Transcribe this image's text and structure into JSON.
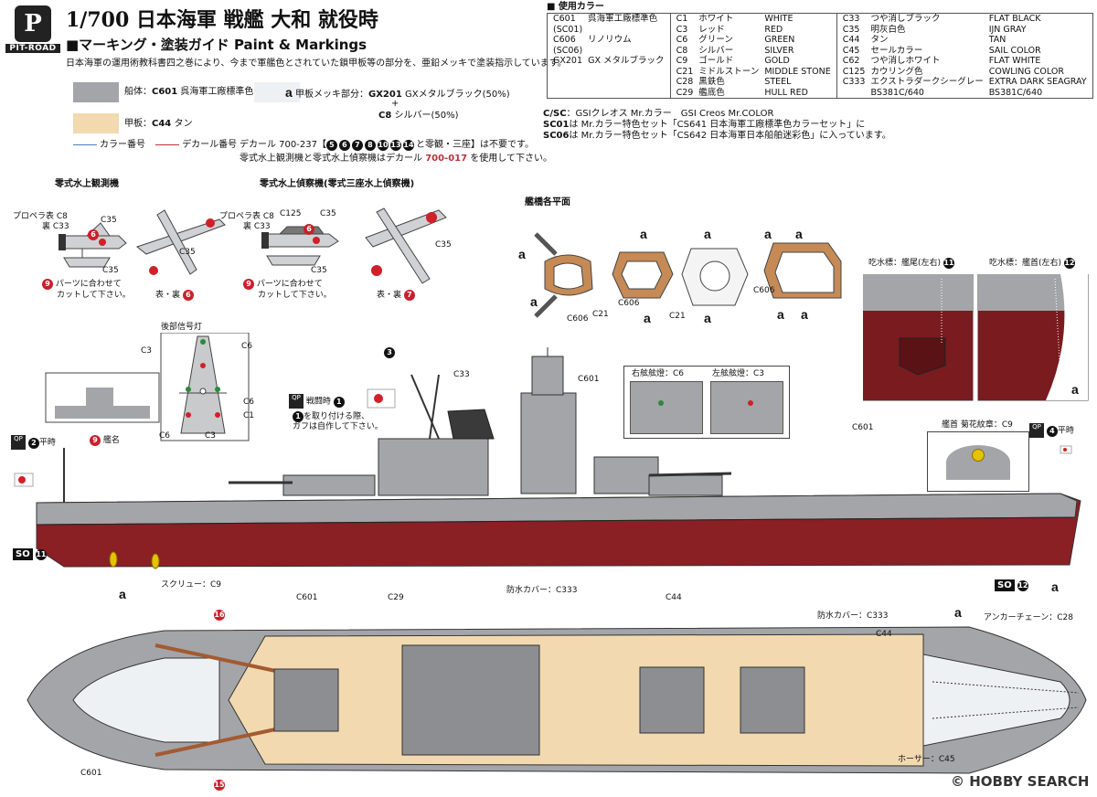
{
  "header": {
    "brand": "PIT-ROAD",
    "logo_letter": "P",
    "title": "1/700 日本海軍 戦艦 大和 就役時",
    "subtitle": "■マーキング・塗装ガイド Paint & Markings",
    "intro": "日本海軍の運用術教科書四之巻により、今まで軍艦色とされていた鎖甲板等の部分を、亜鉛メッキで塗装指示しています。"
  },
  "swatches": {
    "hull_label": "船体：",
    "hull_code": "C601",
    "hull_name": "呉海軍工廠標準色",
    "hull_color": "#a3a5a8",
    "deck_label": "甲板：",
    "deck_code": "C44",
    "deck_name": "タン",
    "deck_color": "#f2d9b0",
    "plating_letter": "a",
    "plating_label": "甲板メッキ部分：",
    "plating_code1": "GX201",
    "plating_name1": "GXメタルブラック(50%)",
    "plus": "+",
    "plating_code2": "C8",
    "plating_name2": "シルバー(50%)",
    "plating_color": "#eef1f3"
  },
  "legend": {
    "color_no": "カラー番号",
    "decal_no": "デカール番号",
    "color_line": "#4a7bb8",
    "decal_line": "#b8323a",
    "decal_note1": "デカール 700-237",
    "decal_note1_nums": [
      "5",
      "6",
      "7",
      "8",
      "10",
      "13",
      "14"
    ],
    "decal_note1_tail": "と零観・三座】は不要です。",
    "decal_note2_a": "零式水上観測機と零式水上偵察機はデカール ",
    "decal_note2_code": "700-017",
    "decal_note2_b": " を使用して下さい。"
  },
  "color_table": {
    "title": "■ 使用カラー",
    "left": [
      {
        "code": "C601",
        "name": "呉海軍工廠標準色"
      },
      {
        "code": "(SC01)",
        "name": ""
      },
      {
        "code": "C606",
        "name": "リノリウム"
      },
      {
        "code": "(SC06)",
        "name": ""
      },
      {
        "code": "GX201",
        "name": "GX メタルブラック"
      }
    ],
    "mid": [
      {
        "code": "C1",
        "jp": "ホワイト",
        "en": "WHITE"
      },
      {
        "code": "C3",
        "jp": "レッド",
        "en": "RED"
      },
      {
        "code": "C6",
        "jp": "グリーン",
        "en": "GREEN"
      },
      {
        "code": "C8",
        "jp": "シルバー",
        "en": "SILVER"
      },
      {
        "code": "C9",
        "jp": "ゴールド",
        "en": "GOLD"
      },
      {
        "code": "C21",
        "jp": "ミドルストーン",
        "en": "MIDDLE STONE"
      },
      {
        "code": "C28",
        "jp": "黒鉄色",
        "en": "STEEL"
      },
      {
        "code": "C29",
        "jp": "艦底色",
        "en": "HULL RED"
      }
    ],
    "right": [
      {
        "code": "C33",
        "jp": "つや消しブラック",
        "en": "FLAT BLACK"
      },
      {
        "code": "C35",
        "jp": "明灰白色",
        "en": "IJN GRAY"
      },
      {
        "code": "C44",
        "jp": "タン",
        "en": "TAN"
      },
      {
        "code": "C45",
        "jp": "セールカラー",
        "en": "SAIL COLOR"
      },
      {
        "code": "C62",
        "jp": "つや消しホワイト",
        "en": "FLAT WHITE"
      },
      {
        "code": "C125",
        "jp": "カウリング色",
        "en": "COWLING COLOR"
      },
      {
        "code": "C333",
        "jp": "エクストラダークシーグレー",
        "en": "EXTRA DARK SEAGRAY"
      },
      {
        "code": "",
        "jp": "BS381C/640",
        "en": "BS381C/640"
      }
    ],
    "note_csc_code": "C/SC",
    "note_csc": "：GSIクレオス Mr.カラー　GSI Creos Mr.COLOR",
    "note_sc01_code": "SC01",
    "note_sc01": "は Mr.カラー特色セット「CS641 日本海軍工廠標準色カラーセット」に",
    "note_sc06_code": "SC06",
    "note_sc06": "は Mr.カラー特色セット「CS642 日本海軍日本船舶迷彩色」に入っています。"
  },
  "aircraft": {
    "observation_title": "零式水上観測機",
    "recon_title": "零式水上偵察機(零式三座水上偵察機)",
    "prop_front": "プロペラ表 C8",
    "prop_back": "裏 C33",
    "c35": "C35",
    "c125": "C125",
    "cut_note1": "パーツに合わせて",
    "cut_note2": "カットして下さい。",
    "top_bottom": "表・裏",
    "n6": "6",
    "n7": "7",
    "n9": "9"
  },
  "bridge": {
    "title": "艦橋各平面",
    "a": "a",
    "c606": "C606",
    "c21": "C21"
  },
  "waterline": {
    "stern_title": "吃水標：艦尾(左右)",
    "stern_num": "11",
    "bow_title": "吃水標：艦首(左右)",
    "bow_num": "12",
    "a": "a"
  },
  "signal": {
    "title": "後部信号灯",
    "c3": "C3",
    "c6": "C6",
    "c1": "C1"
  },
  "side": {
    "battle_flag": "戦闘時",
    "n1": "1",
    "note1": "を取り付ける際、",
    "note2": "ガフは自作して下さい。",
    "peacetime": "平時",
    "n2": "2",
    "n3": "3",
    "n4": "4",
    "ship_name": "艦名",
    "n9": "9",
    "c33": "C33",
    "c601": "C601",
    "c29": "C29",
    "screw": "スクリュー：C9",
    "so": "SO",
    "n11": "11",
    "n12": "12",
    "a": "a",
    "sidelight_right": "右舷舷燈：C6",
    "sidelight_left": "左舷舷燈：C3",
    "crest": "艦首 菊花紋章：C9",
    "qp": "QP"
  },
  "top": {
    "c601": "C601",
    "cover1": "防水カバー：C333",
    "cover2": "防水カバー：C333",
    "c44a": "C44",
    "c44b": "C44",
    "anchor_chain": "アンカーチェーン：C28",
    "hoser": "ホーサー：C45",
    "a": "a",
    "n15": "15",
    "n16": "16"
  },
  "footer": {
    "watermark": "HOBBY SEARCH",
    "copyright": "©"
  }
}
